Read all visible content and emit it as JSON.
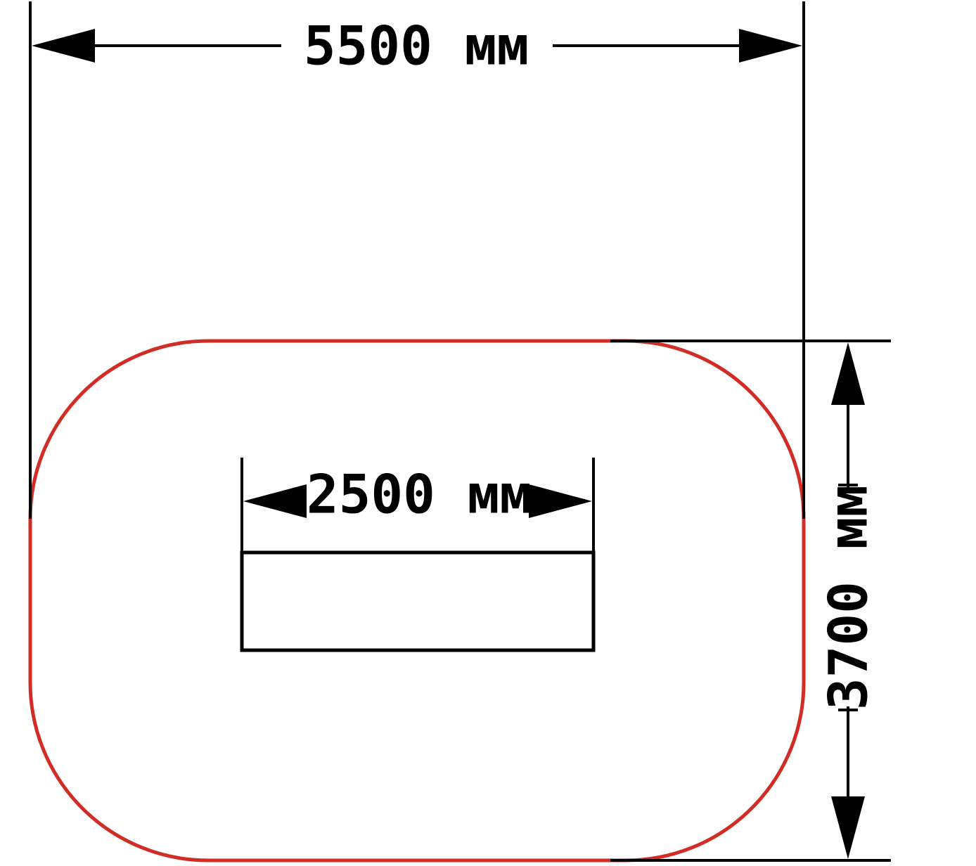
{
  "dimensions": {
    "overall_width": "5500 мм",
    "overall_depth": "3700 мм",
    "object_width": "2500 мм"
  },
  "colors": {
    "safety_zone": "#d12d26",
    "lines": "#000000",
    "background": "#ffffff"
  }
}
